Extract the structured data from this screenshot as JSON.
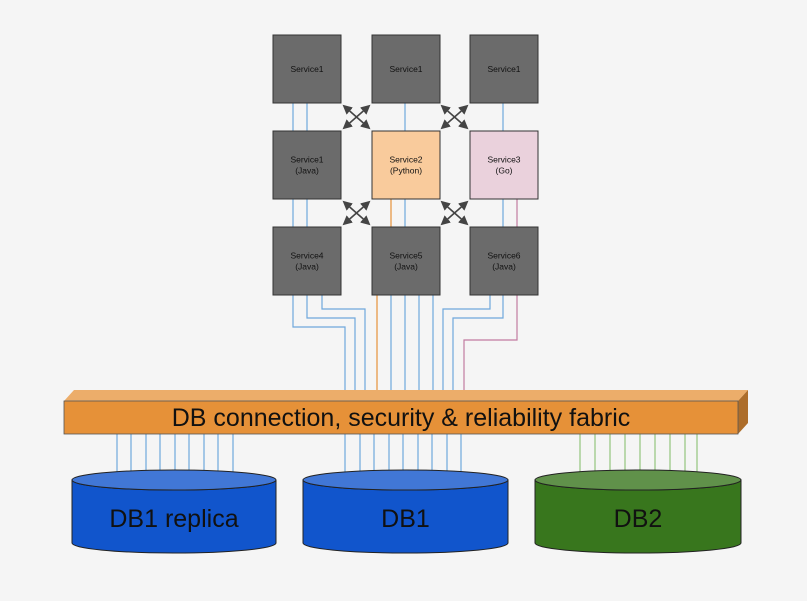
{
  "services": [
    {
      "id": "s_r1c1",
      "lines": [
        "Service1"
      ],
      "fill": "#6b6b6b"
    },
    {
      "id": "s_r1c2",
      "lines": [
        "Service1"
      ],
      "fill": "#6b6b6b"
    },
    {
      "id": "s_r1c3",
      "lines": [
        "Service1"
      ],
      "fill": "#6b6b6b"
    },
    {
      "id": "s_r2c1",
      "lines": [
        "Service1",
        "(Java)"
      ],
      "fill": "#6b6b6b"
    },
    {
      "id": "s_r2c2",
      "lines": [
        "Service2",
        "(Python)"
      ],
      "fill": "#f9cb9c"
    },
    {
      "id": "s_r2c3",
      "lines": [
        "Service3",
        "(Go)"
      ],
      "fill": "#ead1dc"
    },
    {
      "id": "s_r3c1",
      "lines": [
        "Service4",
        "(Java)"
      ],
      "fill": "#6b6b6b"
    },
    {
      "id": "s_r3c2",
      "lines": [
        "Service5",
        "(Java)"
      ],
      "fill": "#6b6b6b"
    },
    {
      "id": "s_r3c3",
      "lines": [
        "Service6",
        "(Java)"
      ],
      "fill": "#6b6b6b"
    }
  ],
  "fabric": {
    "label": "DB connection, security & reliability fabric",
    "color": "#e69138"
  },
  "databases": [
    {
      "label": "DB1 replica",
      "color": "#1155cc"
    },
    {
      "label": "DB1",
      "color": "#1155cc"
    },
    {
      "label": "DB2",
      "color": "#38761d"
    }
  ],
  "colors": {
    "java_line": "#6fa8dc",
    "python_line": "#e69138",
    "go_line": "#c27ba0",
    "db2_line": "#93c47d",
    "arrow": "#444444"
  }
}
